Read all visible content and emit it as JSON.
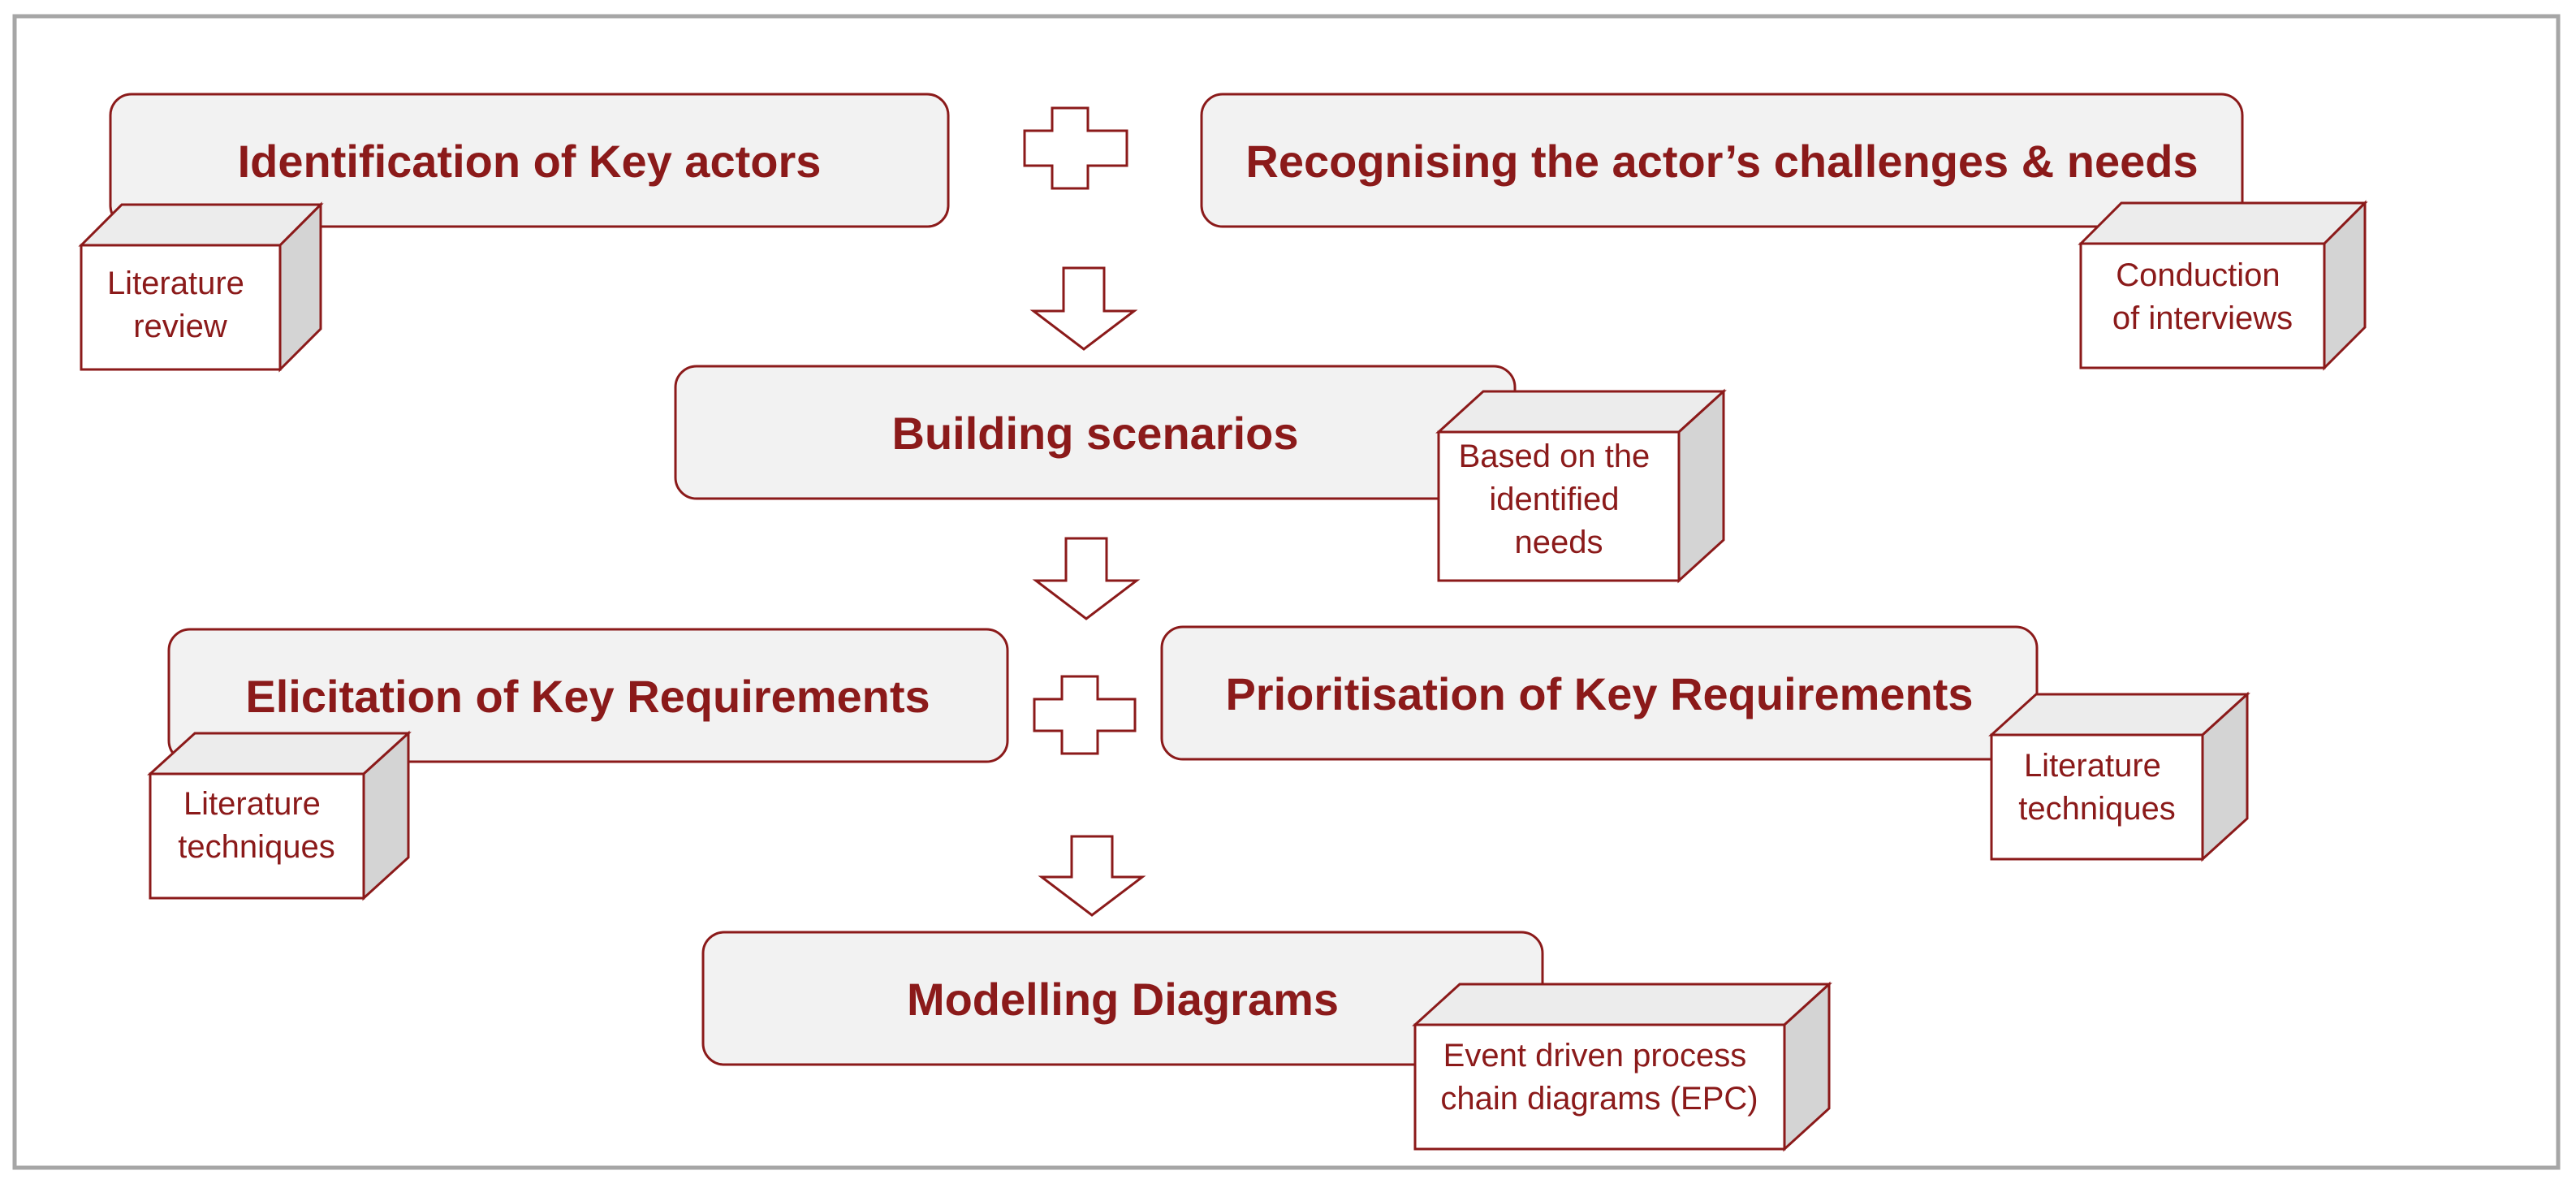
{
  "stages": [
    {
      "id": "identification",
      "label": "Identification of Key actors"
    },
    {
      "id": "recognising",
      "label": "Recognising the actor’s challenges & needs"
    },
    {
      "id": "building",
      "label": "Building scenarios"
    },
    {
      "id": "elicitation",
      "label": "Elicitation of Key Requirements"
    },
    {
      "id": "prioritisation",
      "label": "Prioritisation of Key Requirements"
    },
    {
      "id": "modelling",
      "label": "Modelling Diagrams"
    }
  ],
  "notes": [
    {
      "id": "literature-review",
      "lines": [
        "Literature",
        "review"
      ]
    },
    {
      "id": "conduction-interviews",
      "lines": [
        "Conduction",
        "of interviews"
      ]
    },
    {
      "id": "identified-needs",
      "lines": [
        "Based on the",
        "identified",
        "needs"
      ]
    },
    {
      "id": "literature-techniques-left",
      "lines": [
        "Literature",
        "techniques"
      ]
    },
    {
      "id": "literature-techniques-right",
      "lines": [
        "Literature",
        "techniques"
      ]
    },
    {
      "id": "epc",
      "lines": [
        "Event driven process",
        "chain diagrams (EPC)"
      ]
    }
  ],
  "symbols": [
    "plus",
    "plus",
    "down-arrow",
    "down-arrow",
    "down-arrow"
  ],
  "colors": {
    "accent": "#8b1a1a",
    "stage_fill": "#f2f2f2",
    "cube_side": "#d4d4d4",
    "cube_top": "#ececec",
    "frame": "#a6a6a6"
  }
}
